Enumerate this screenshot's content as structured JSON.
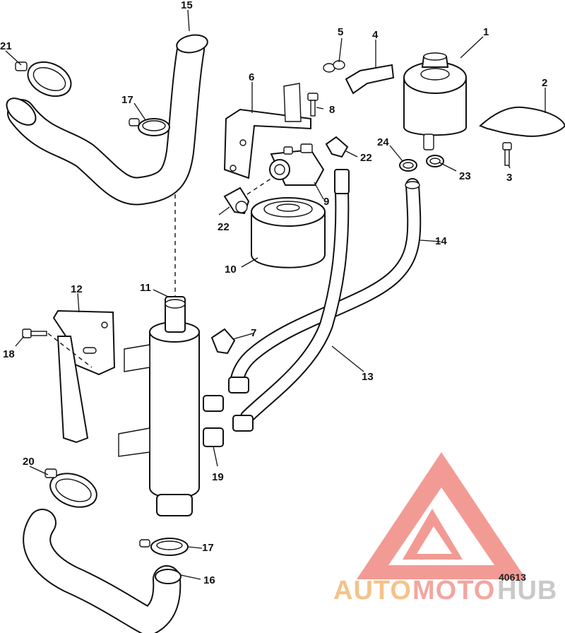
{
  "diagram_number": "40613",
  "callouts": {
    "c1": "1",
    "c2": "2",
    "c3": "3",
    "c4": "4",
    "c5": "5",
    "c6": "6",
    "c7": "7",
    "c8": "8",
    "c9": "9",
    "c10": "10",
    "c11": "11",
    "c12": "12",
    "c13": "13",
    "c14": "14",
    "c15": "15",
    "c16": "16",
    "c17a": "17",
    "c17b": "17",
    "c18": "18",
    "c19": "19",
    "c20": "20",
    "c21": "21",
    "c22a": "22",
    "c22b": "22",
    "c23": "23",
    "c24": "24"
  },
  "watermark": {
    "auto": "AUTO",
    "moto": "MOTO",
    "hub": "HUB",
    "color_auto": "#f5c389",
    "color_moto": "#f3a6a0",
    "color_hub": "#c9c9c9",
    "logo_color": "#f08a82"
  }
}
